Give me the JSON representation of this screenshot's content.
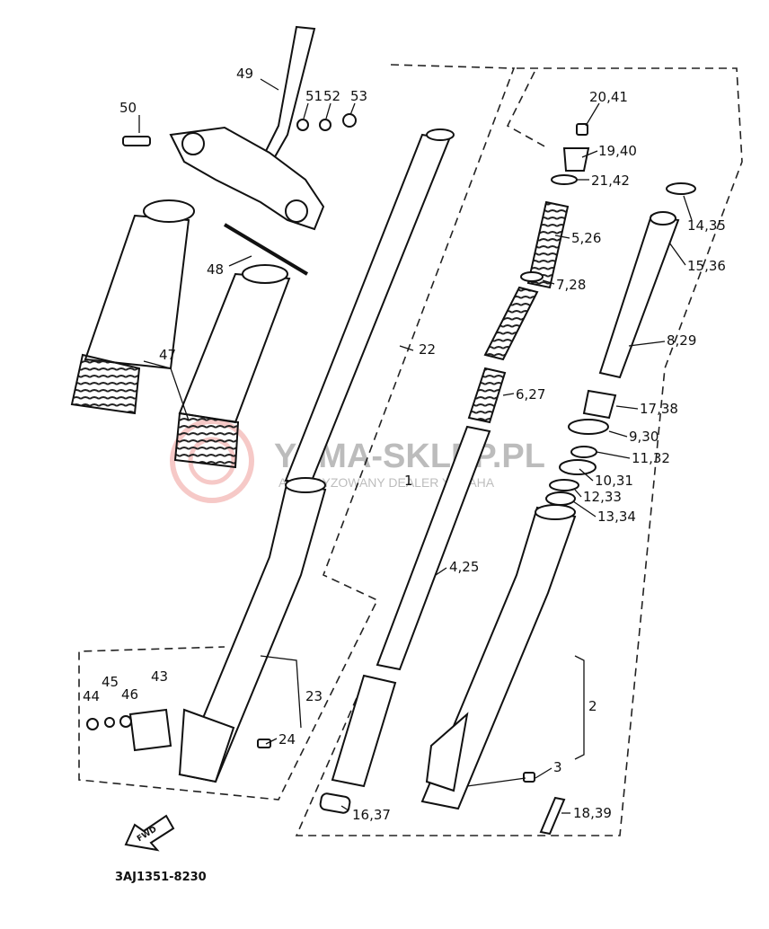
{
  "diagram": {
    "code": "3AJ1351-8230",
    "fwd_arrow": "FWD",
    "watermark": {
      "brand": "YAMA-SKLEP.PL",
      "tagline": "AUTORYZOWANY DEALER YAMAHA",
      "color": "#e0403a"
    },
    "part_labels": [
      "49",
      "50",
      "51",
      "52",
      "53",
      "48",
      "47",
      "22",
      "23",
      "24",
      "43",
      "44",
      "45",
      "46",
      "20,41",
      "19,40",
      "21,42",
      "5,26",
      "7,28",
      "6,27",
      "4,25",
      "1",
      "16,37",
      "14,35",
      "15,36",
      "8,29",
      "17,38",
      "9,30",
      "11,32",
      "10,31",
      "12,33",
      "13,34",
      "2",
      "3",
      "18,39"
    ]
  }
}
